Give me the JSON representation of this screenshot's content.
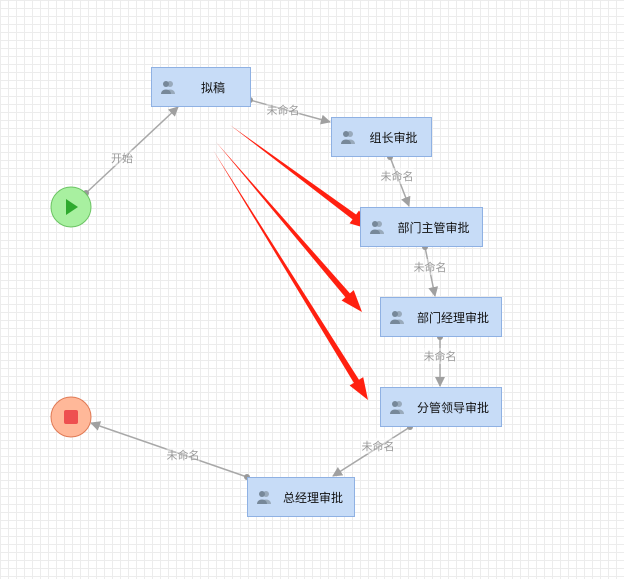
{
  "start": {
    "label": "start",
    "color": "#a8f0a0"
  },
  "end": {
    "label": "end",
    "color": "#ffb899"
  },
  "nodes": [
    {
      "id": "draft",
      "label": "拟稿"
    },
    {
      "id": "team",
      "label": "组长审批"
    },
    {
      "id": "dept_head",
      "label": "部门主管审批"
    },
    {
      "id": "dept_mgr",
      "label": "部门经理审批"
    },
    {
      "id": "vp",
      "label": "分管领导审批"
    },
    {
      "id": "gm",
      "label": "总经理审批"
    }
  ],
  "edges": [
    {
      "from": "start",
      "to": "draft",
      "label": "开始"
    },
    {
      "from": "draft",
      "to": "team",
      "label": "未命名"
    },
    {
      "from": "team",
      "to": "dept_head",
      "label": "未命名"
    },
    {
      "from": "dept_head",
      "to": "dept_mgr",
      "label": "未命名"
    },
    {
      "from": "dept_mgr",
      "to": "vp",
      "label": "未命名"
    },
    {
      "from": "vp",
      "to": "gm",
      "label": "未命名"
    },
    {
      "from": "gm",
      "to": "end",
      "label": "未命名"
    }
  ],
  "colors": {
    "edge": "#a8a8a8",
    "annotation": "#ff2010"
  }
}
